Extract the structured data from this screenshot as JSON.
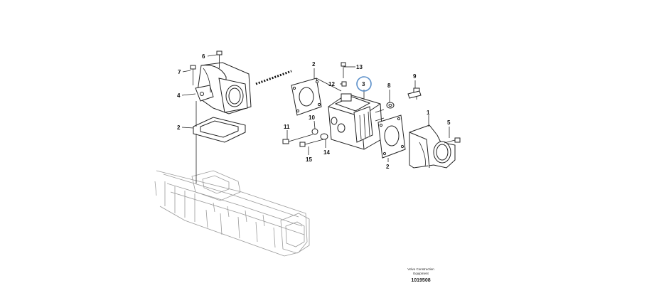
{
  "labels": {
    "p1": "1",
    "p2a": "2",
    "p2b": "2",
    "p2c": "2",
    "p3": "3",
    "p4": "4",
    "p5": "5",
    "p6": "6",
    "p7": "7",
    "p8": "8",
    "p9": "9",
    "p10": "10",
    "p11": "11",
    "p12": "12",
    "p13": "13",
    "p14": "14",
    "p15": "15"
  },
  "footer": {
    "line1": "Volvo Construction",
    "line2": "Equipment",
    "code": "1019508"
  },
  "highlight_color": "#5b8fc9"
}
